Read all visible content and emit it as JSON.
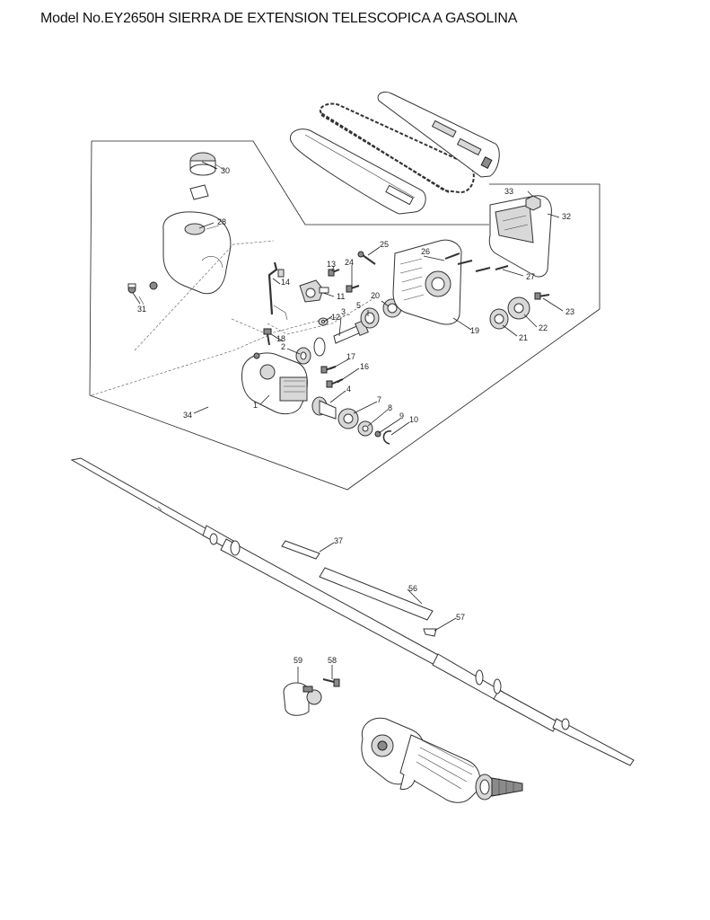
{
  "header": {
    "title": "Model No.EY2650H SIERRA DE EXTENSION TELESCOPICA A GASOLINA"
  },
  "callouts": {
    "c1": "1",
    "c2": "2",
    "c3": "3",
    "c4": "4",
    "c5": "5",
    "c7": "7",
    "c8": "8",
    "c9": "9",
    "c10": "10",
    "c11": "11",
    "c12": "12",
    "c13": "13",
    "c14": "14",
    "c16": "16",
    "c17": "17",
    "c18": "18",
    "c19": "19",
    "c20": "20",
    "c21": "21",
    "c22": "22",
    "c23": "23",
    "c24": "24",
    "c25": "25",
    "c26": "26",
    "c27": "27",
    "c28": "28",
    "c30": "30",
    "c31": "31",
    "c32": "32",
    "c33": "33",
    "c34": "34",
    "c37": "37",
    "c56": "56",
    "c57": "57",
    "c58": "58",
    "c59": "59"
  }
}
